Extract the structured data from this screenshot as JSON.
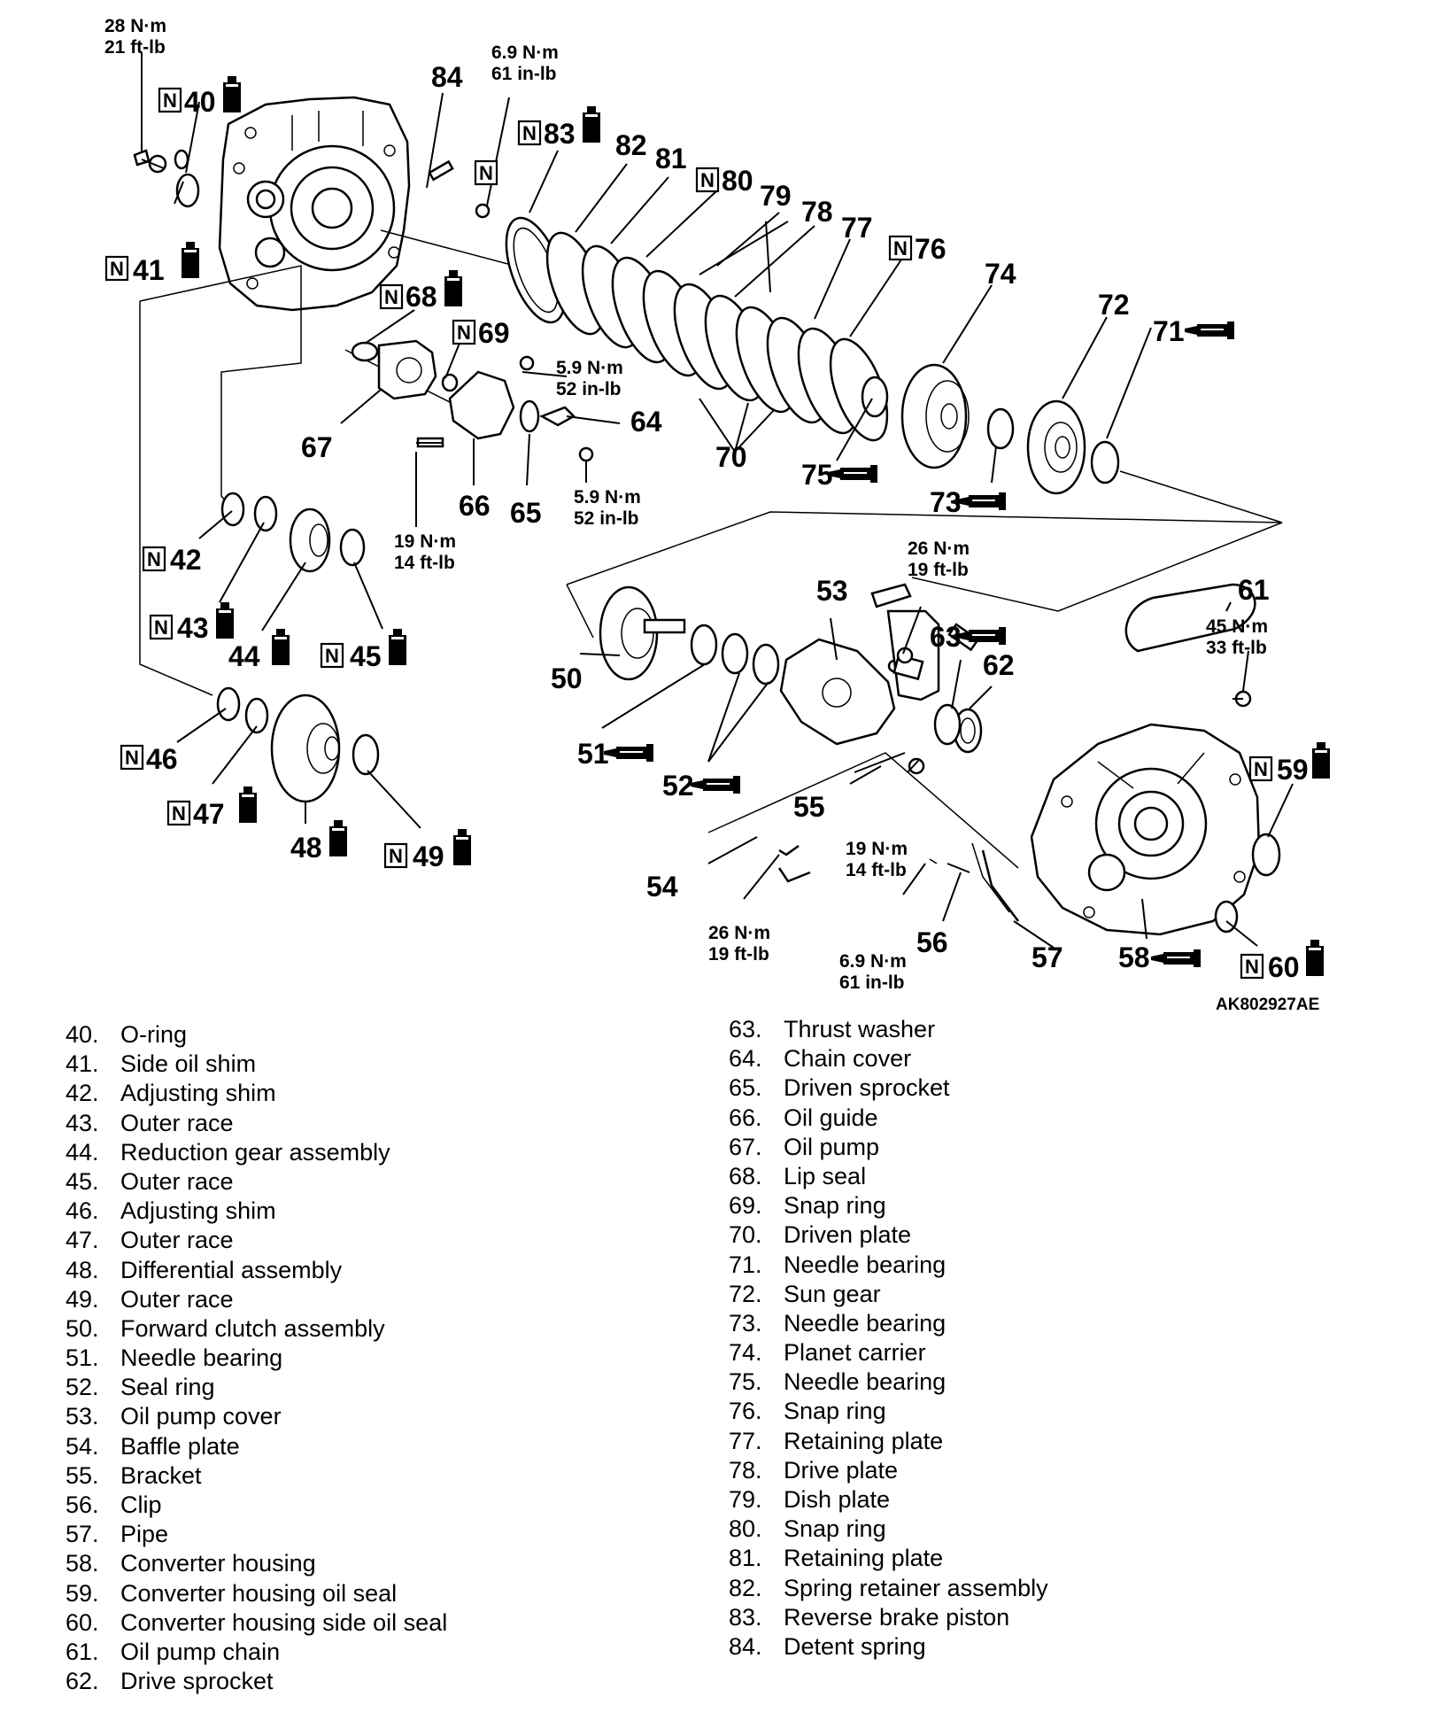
{
  "callouts": {
    "c40": "40",
    "c41": "41",
    "c42": "42",
    "c43": "43",
    "c44": "44",
    "c45": "45",
    "c46": "46",
    "c47": "47",
    "c48": "48",
    "c49": "49",
    "c50": "50",
    "c51": "51",
    "c52": "52",
    "c53": "53",
    "c54": "54",
    "c55": "55",
    "c56": "56",
    "c57": "57",
    "c58": "58",
    "c59": "59",
    "c60": "60",
    "c61": "61",
    "c62": "62",
    "c63": "63",
    "c64": "64",
    "c65": "65",
    "c66": "66",
    "c67": "67",
    "c68": "68",
    "c69": "69",
    "c70": "70",
    "c71": "71",
    "c72": "72",
    "c73": "73",
    "c74": "74",
    "c75": "75",
    "c76": "76",
    "c77": "77",
    "c78": "78",
    "c79": "79",
    "c80": "80",
    "c81": "81",
    "c82": "82",
    "c83": "83",
    "c84": "84"
  },
  "new_part_marker": "N",
  "torque": {
    "t1_nm": "28 N·m",
    "t1_ft": "21 ft-lb",
    "t2_nm": "6.9 N·m",
    "t2_in": "61 in-lb",
    "t3_nm": "5.9 N·m",
    "t3_in": "52 in-lb",
    "t4_nm": "5.9 N·m",
    "t4_in": "52 in-lb",
    "t5_nm": "19 N·m",
    "t5_ft": "14 ft-lb",
    "t6_nm": "26 N·m",
    "t6_ft": "19 ft-lb",
    "t7_nm": "45 N·m",
    "t7_ft": "33 ft-lb",
    "t8_nm": "19 N·m",
    "t8_ft": "14 ft-lb",
    "t9_nm": "26 N·m",
    "t9_ft": "19 ft-lb",
    "t10_nm": "6.9 N·m",
    "t10_in": "61 in-lb"
  },
  "figure_code": "AK802927AE",
  "legend_left": [
    {
      "num": "40.",
      "name": "O-ring"
    },
    {
      "num": "41.",
      "name": "Side oil shim"
    },
    {
      "num": "42.",
      "name": "Adjusting shim"
    },
    {
      "num": "43.",
      "name": "Outer race"
    },
    {
      "num": "44.",
      "name": "Reduction gear assembly"
    },
    {
      "num": "45.",
      "name": "Outer race"
    },
    {
      "num": "46.",
      "name": "Adjusting shim"
    },
    {
      "num": "47.",
      "name": "Outer race"
    },
    {
      "num": "48.",
      "name": "Differential assembly"
    },
    {
      "num": "49.",
      "name": "Outer race"
    },
    {
      "num": "50.",
      "name": "Forward clutch assembly"
    },
    {
      "num": "51.",
      "name": "Needle bearing"
    },
    {
      "num": "52.",
      "name": "Seal ring"
    },
    {
      "num": "53.",
      "name": "Oil pump cover"
    },
    {
      "num": "54.",
      "name": "Baffle plate"
    },
    {
      "num": "55.",
      "name": "Bracket"
    },
    {
      "num": "56.",
      "name": "Clip"
    },
    {
      "num": "57.",
      "name": "Pipe"
    },
    {
      "num": "58.",
      "name": "Converter housing"
    },
    {
      "num": "59.",
      "name": "Converter housing oil seal"
    },
    {
      "num": "60.",
      "name": "Converter housing side oil seal"
    },
    {
      "num": "61.",
      "name": "Oil pump chain"
    },
    {
      "num": "62.",
      "name": "Drive sprocket"
    }
  ],
  "legend_right": [
    {
      "num": "63.",
      "name": "Thrust washer"
    },
    {
      "num": "64.",
      "name": "Chain cover"
    },
    {
      "num": "65.",
      "name": "Driven sprocket"
    },
    {
      "num": "66.",
      "name": "Oil guide"
    },
    {
      "num": "67.",
      "name": "Oil pump"
    },
    {
      "num": "68.",
      "name": "Lip seal"
    },
    {
      "num": "69.",
      "name": "Snap ring"
    },
    {
      "num": "70.",
      "name": "Driven plate"
    },
    {
      "num": "71.",
      "name": "Needle bearing"
    },
    {
      "num": "72.",
      "name": "Sun gear"
    },
    {
      "num": "73.",
      "name": "Needle bearing"
    },
    {
      "num": "74.",
      "name": "Planet carrier"
    },
    {
      "num": "75.",
      "name": "Needle bearing"
    },
    {
      "num": "76.",
      "name": "Snap ring"
    },
    {
      "num": "77.",
      "name": "Retaining plate"
    },
    {
      "num": "78.",
      "name": "Drive plate"
    },
    {
      "num": "79.",
      "name": "Dish plate"
    },
    {
      "num": "80.",
      "name": "Snap ring"
    },
    {
      "num": "81.",
      "name": "Retaining plate"
    },
    {
      "num": "82.",
      "name": "Spring retainer assembly"
    },
    {
      "num": "83.",
      "name": "Reverse brake piston"
    },
    {
      "num": "84.",
      "name": "Detent spring"
    }
  ]
}
